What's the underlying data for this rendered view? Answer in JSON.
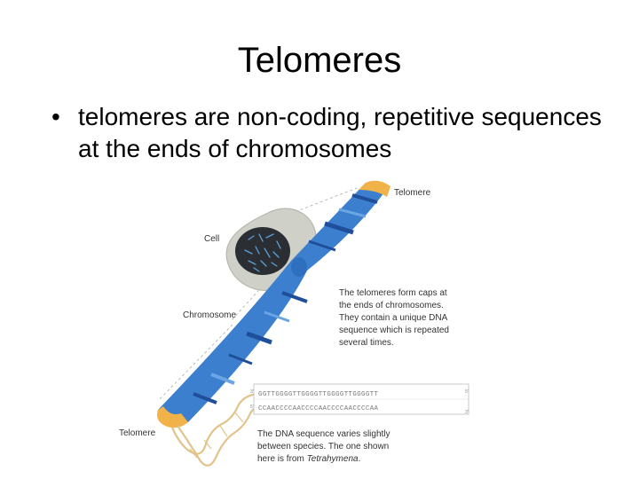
{
  "slide": {
    "title": "Telomeres",
    "bullet": "telomeres are non-coding, repetitive sequences at the ends of chromosomes"
  },
  "figure": {
    "labels": {
      "telomere_top": "Telomere",
      "cell": "Cell",
      "chromosome": "Chromosome",
      "telomere_bottom": "Telomere"
    },
    "caption_caps": [
      "The telomeres form caps at",
      "the ends of chromosomes.",
      "They contain a unique DNA",
      "sequence which is repeated",
      "several times."
    ],
    "sequence": {
      "top_strand": "GGTTGGGGTTGGGGTTGGGGTTGGGGTT",
      "bottom_strand": "CCAACCCCAACCCCAACCCCAACCCCAA",
      "top_ends": [
        "3'",
        "5'"
      ],
      "bottom_ends": [
        "5'",
        "3'"
      ]
    },
    "caption_species": {
      "line1": "The DNA sequence varies slightly",
      "line2": "between species. The one shown",
      "line3_prefix": "here is from ",
      "line3_species": "Tetrahymena",
      "line3_suffix": "."
    },
    "colors": {
      "chromosome_blue": "#3d7fcf",
      "chromosome_band_dark": "#1f4f9a",
      "chromosome_band_light": "#6aa6e4",
      "telomere_cap": "#f2b24a",
      "cell_gray": "#cfd1c9",
      "nucleus_dark": "#2b2f33",
      "dna_strand": "#e0c48a"
    }
  }
}
